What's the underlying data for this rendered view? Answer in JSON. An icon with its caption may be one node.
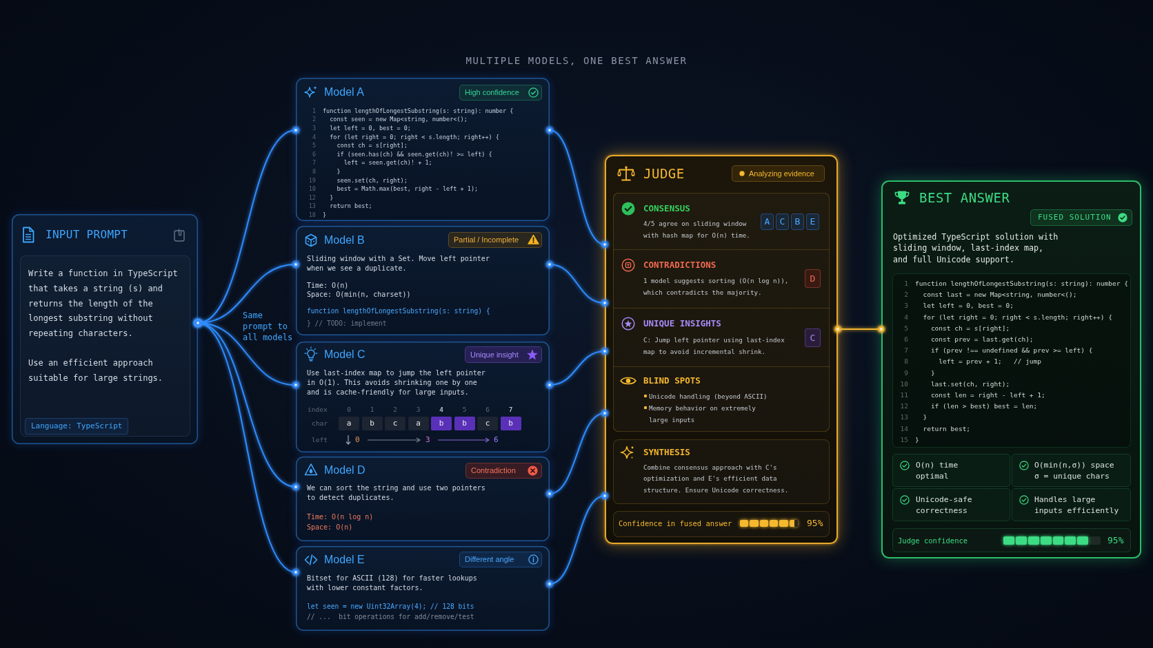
{
  "diagram": {
    "title": "MULTIPLE MODELS, ONE BEST ANSWER",
    "nodes": [
      {
        "text": [
          "INPUT PROMPT"
        ]
      },
      {
        "text": [
          "Write a function in TypeScript that takes a string (s) and returns the length of the longest substring without repeating characters.",
          "Use an efficient approach suitable for large strings."
        ],
        "in": 0
      },
      {
        "text": [
          "Language: TypeScript"
        ],
        "in": 1
      },
      {
        "text": [
          "Model A",
          "1",
          "function lengthOfLongestSubstring(s: string): number {",
          "2",
          "const seen = new Map<string, number<();",
          "3",
          "let left = 0, best = 0;",
          "4",
          "for (let right = 0; right < s.length; right++) {",
          "5",
          "const ch = s[right];",
          "6",
          "if (seen.has(ch) && seen.get(ch)! >= left) {",
          "7",
          "left = seen.get(ch)! + 1;",
          "8",
          "}",
          "19",
          "seen.set(ch, right);",
          "10",
          "best = Math.max(best, right - left + 1);",
          "12",
          "}",
          "13",
          "return best;",
          "18",
          "}"
        ]
      },
      {
        "text": [
          "High confidence"
        ],
        "in": 3
      },
      {
        "text": [
          "Model B",
          "Sliding window with a Set. Move left pointer when we see a duplicate.",
          "Time: O(n)",
          "Space: O(min(n, charset))",
          "function lengthOfLongestSubstring(s: string) {",
          "} // TODO: implement"
        ]
      },
      {
        "text": [
          "Partial / Incomplete"
        ],
        "in": 5
      },
      {
        "text": [
          "Model C",
          "Use last-index map to jump the left pointer in O(1). This avoids shrinking one by one and is cache-friendly for large inputs."
        ]
      },
      {
        "text": [
          "Unique insight"
        ],
        "in": 7
      },
      {
        "text": [
          "Model D",
          "We can sort the string and use two pointers to detect duplicates.",
          "Time: O(n log n)",
          "Space: O(n)"
        ]
      },
      {
        "text": [
          "Contradiction"
        ],
        "in": 9
      },
      {
        "text": [
          "Model E",
          "Bitset for ASCII (128) for faster lookups with lower constant factors.",
          "let seen = new Uint32Array(4); // 128 bits",
          "// ...  bit operations for add/remove/test"
        ]
      },
      {
        "text": [
          "Different angle"
        ],
        "in": 11
      },
      {
        "text": [
          "JUDGE"
        ]
      },
      {
        "text": [
          "Analyzing evidence"
        ],
        "in": 13
      },
      {
        "text": [
          "CONSENSUS",
          "4/5 agree on sliding window with hash map for O(n) time."
        ],
        "in": 13
      },
      {
        "text": [
          "A"
        ],
        "in": 15
      },
      {
        "text": [
          "C"
        ],
        "in": 15
      },
      {
        "text": [
          "B"
        ],
        "in": 15
      },
      {
        "text": [
          "E"
        ],
        "in": 15
      },
      {
        "text": [
          "CONTRADICTIONS",
          "1 model suggests sorting (O(n log n)), which contradicts the majority."
        ],
        "in": 13
      },
      {
        "text": [
          "D"
        ],
        "in": 20
      },
      {
        "text": [
          "UNIQUE INSIGHTS",
          "C: Jump left pointer using last-index map to avoid incremental shrink."
        ],
        "in": 13
      },
      {
        "text": [
          "C"
        ],
        "in": 22
      },
      {
        "text": [
          "BLIND SPOTS",
          "Unicode handling (beyond ASCII)",
          "Memory behavior on extremely large inputs"
        ],
        "in": 13
      },
      {
        "text": [
          "SYNTHESIS",
          "Combine consensus approach with C's optimization and E's efficient data structure. Ensure Unicode correctness."
        ],
        "in": 13
      },
      {
        "text": [
          "Confidence in fused answer",
          "95%"
        ],
        "in": 13
      },
      {
        "text": [
          "BEST ANSWER",
          "Optimized TypeScript solution with sliding window, last-index map, and full Unicode support."
        ]
      },
      {
        "text": [
          "FUSED SOLUTION"
        ],
        "in": 27
      },
      {
        "text": [
          "1",
          "function lengthOfLongestSubstring(s: string): number {",
          "2",
          "const last = new Map<string, number<();",
          "3",
          "let left = 0, best = 0;",
          "4",
          "for (let right = 0; right < s.length; right++) {",
          "5",
          "const ch = s[right];",
          "6",
          "const prev = last.get(ch);",
          "7",
          "if (prev !== undefined && prev >= left) {",
          "8",
          "left = prev + 1;   // jump",
          "9",
          "}",
          "10",
          "last.set(ch, right);",
          "11",
          "const len = right - left + 1;",
          "12",
          "if (len > best) best = len;",
          "13",
          "}",
          "14",
          "return best;",
          "15",
          "}"
        ],
        "in": 27
      },
      {
        "text": [
          "O(n) time optimal"
        ],
        "in": 27
      },
      {
        "text": [
          "O(min(n,σ)) space σ = unique chars"
        ],
        "in": 27
      },
      {
        "text": [
          "Unicode-safe correctness"
        ],
        "in": 27
      },
      {
        "text": [
          "Handles large inputs efficiently"
        ],
        "in": 27
      },
      {
        "text": [
          "Judge confidence",
          "95%"
        ],
        "in": 27
      }
    ],
    "edges": [
      {
        "from": 0,
        "to": 3,
        "arrow": "other"
      },
      {
        "from": 0,
        "to": 5,
        "arrow": "other"
      },
      {
        "from": 0,
        "to": 7,
        "arrow": "other"
      },
      {
        "from": 0,
        "to": 9,
        "arrow": "other"
      },
      {
        "from": 0,
        "to": 11,
        "arrow": "other"
      },
      {
        "from": 3,
        "to": 13,
        "arrow": "other"
      },
      {
        "from": 5,
        "to": 13,
        "arrow": "other"
      },
      {
        "from": 7,
        "to": 13,
        "arrow": "other"
      },
      {
        "from": 9,
        "to": 13,
        "arrow": "other"
      },
      {
        "from": 11,
        "to": 13,
        "arrow": "other"
      },
      {
        "from": 13,
        "to": 27,
        "arrow": "other",
        "color": "#f5b82e"
      }
    ],
    "labels": [
      "Same prompt to all models",
      "index",
      "0",
      "1",
      "2",
      "3",
      "4",
      "5",
      "6",
      "7",
      "char",
      "a",
      "b",
      "c",
      "a",
      "b",
      "b",
      "c",
      "b",
      "left",
      "0",
      "3",
      "6"
    ]
  }
}
